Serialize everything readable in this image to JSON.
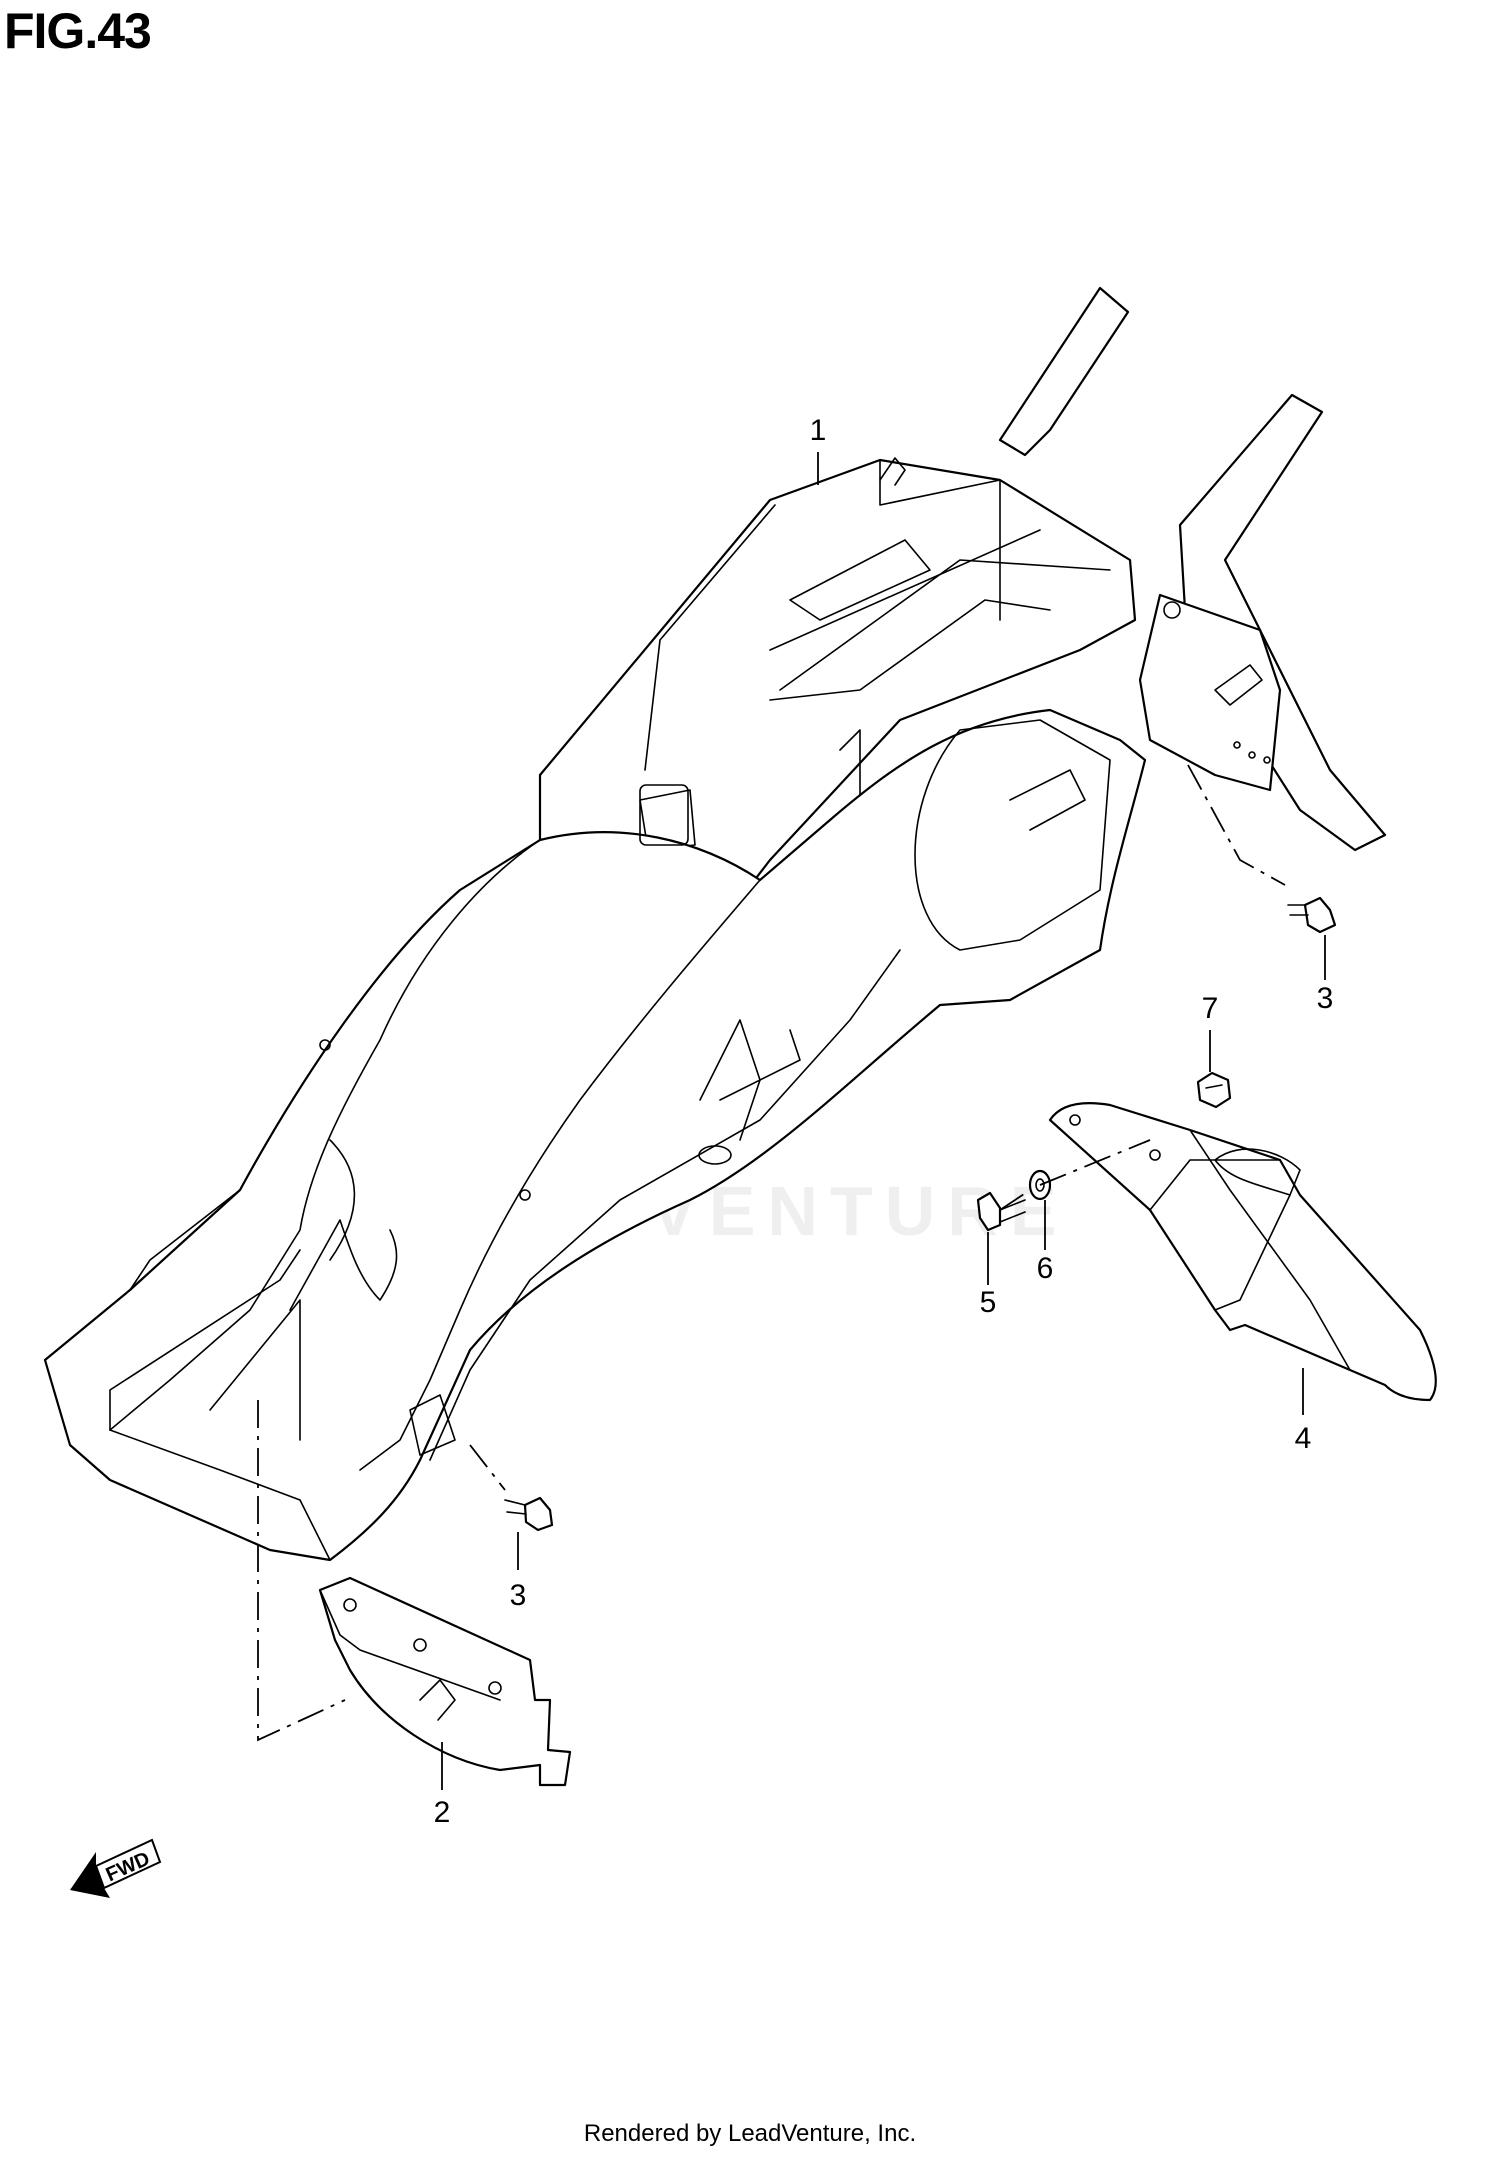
{
  "title": "FIG.43",
  "watermark": "LEADVENTURE",
  "fwd_label": "FWD",
  "footer": "Rendered by LeadVenture, Inc.",
  "callouts": [
    {
      "id": "1",
      "label": "1"
    },
    {
      "id": "2",
      "label": "2"
    },
    {
      "id": "3a",
      "label": "3"
    },
    {
      "id": "3b",
      "label": "3"
    },
    {
      "id": "4",
      "label": "4"
    },
    {
      "id": "5",
      "label": "5"
    },
    {
      "id": "6",
      "label": "6"
    },
    {
      "id": "7",
      "label": "7"
    }
  ]
}
